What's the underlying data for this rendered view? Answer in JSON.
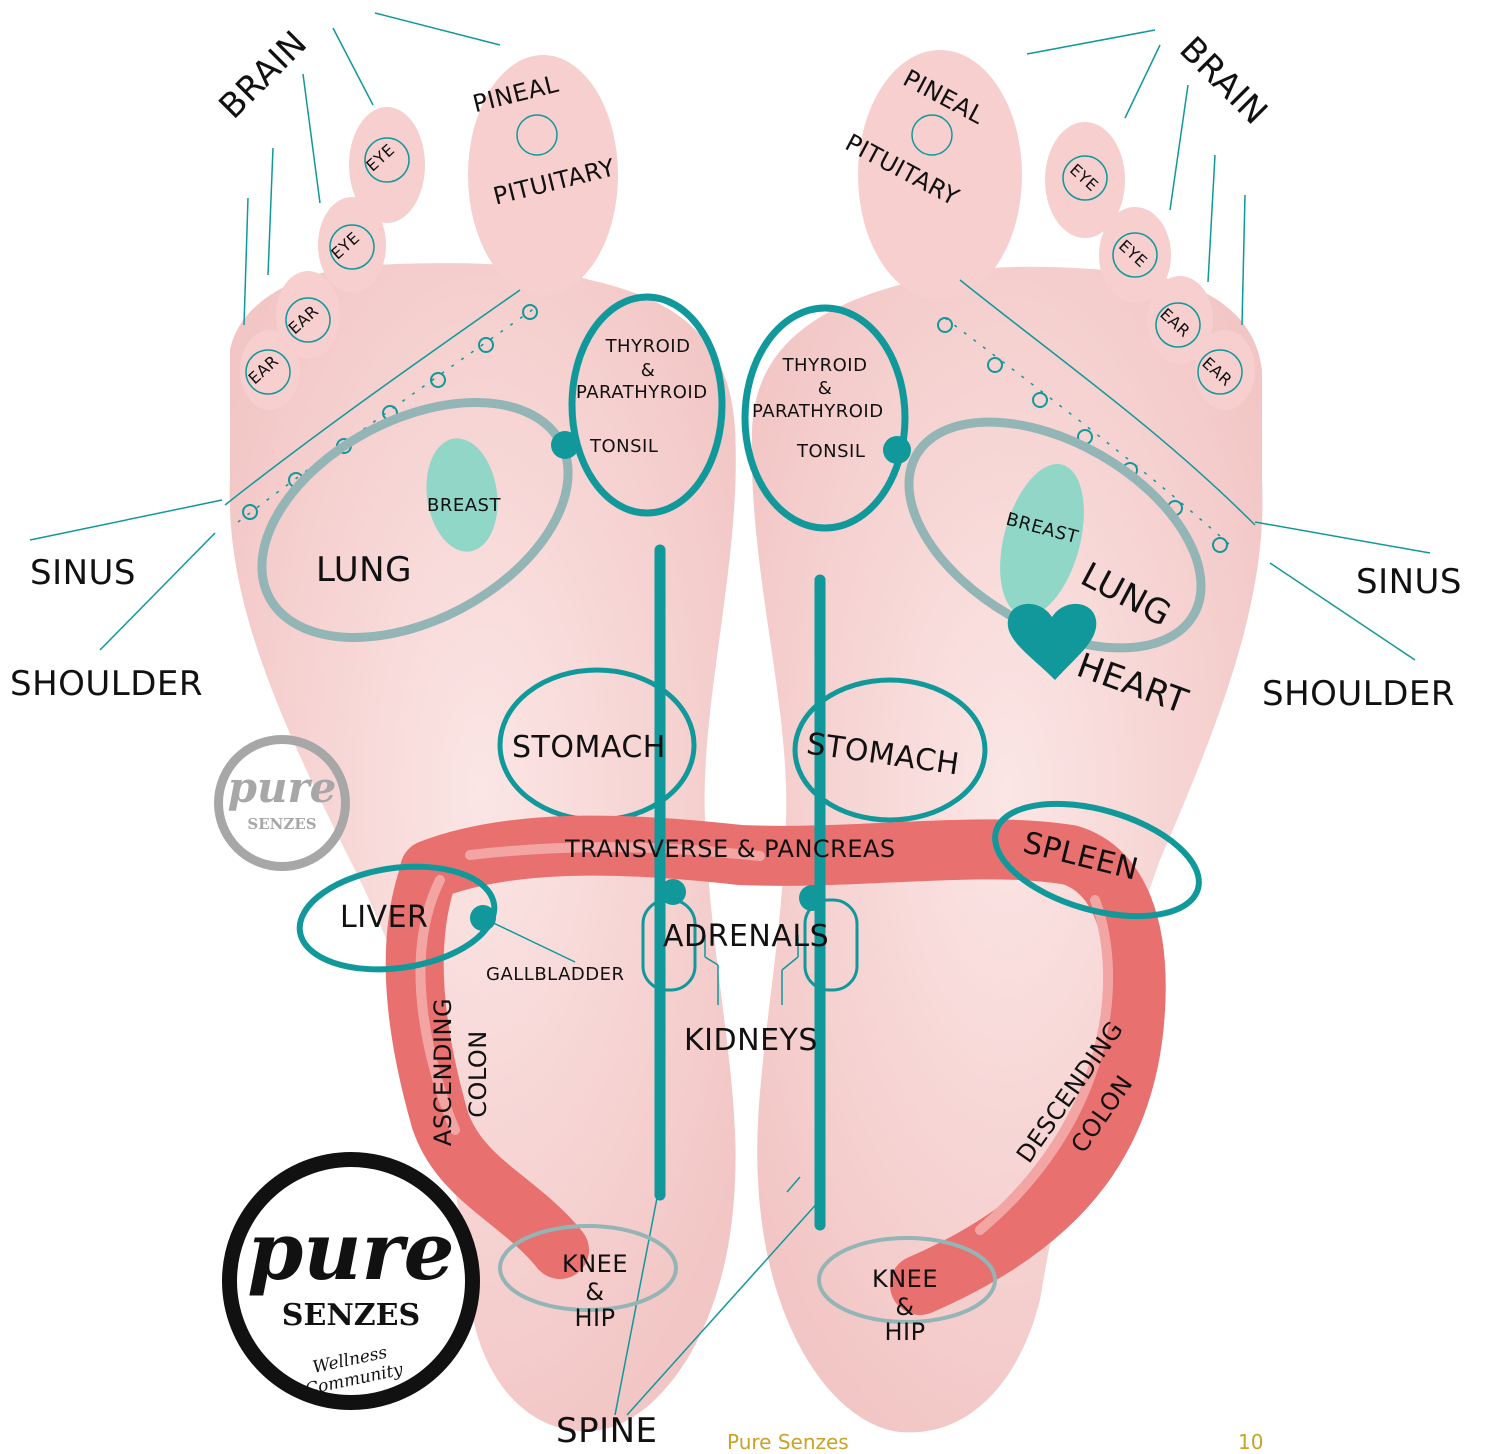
{
  "diagram": {
    "left_foot": {
      "brain": "BRAIN",
      "pineal": "PINEAL",
      "pituitary": "PITUITARY",
      "eye_1": "EYE",
      "eye_2": "EYE",
      "ear_1": "EAR",
      "ear_2": "EAR",
      "thyroid": "THYROID",
      "amp": "&",
      "parathyroid": "PARATHYROID",
      "tonsil": "TONSIL",
      "breast": "BREAST",
      "lung": "LUNG",
      "sinus": "SINUS",
      "shoulder": "SHOULDER",
      "stomach": "STOMACH",
      "liver": "LIVER",
      "gallbladder": "GALLBLADDER",
      "ascending": "ASCENDING",
      "colon": "COLON",
      "knee": "KNEE",
      "knee_amp": "&",
      "hip": "HIP"
    },
    "right_foot": {
      "brain": "BRAIN",
      "pineal": "PINEAL",
      "pituitary": "PITUITARY",
      "eye_1": "EYE",
      "eye_2": "EYE",
      "ear_1": "EAR",
      "ear_2": "EAR",
      "thyroid": "THYROID",
      "amp": "&",
      "parathyroid": "PARATHYROID",
      "tonsil": "TONSIL",
      "breast": "BREAST",
      "lung": "LUNG",
      "heart": "HEART",
      "sinus": "SINUS",
      "shoulder": "SHOULDER",
      "stomach": "STOMACH",
      "spleen": "SPLEEN",
      "descending": "DESCENDING",
      "colon": "COLON",
      "knee": "KNEE",
      "knee_amp": "&",
      "hip": "HIP"
    },
    "shared": {
      "transverse": "TRANSVERSE & PANCREAS",
      "adrenals": "ADRENALS",
      "kidneys": "KIDNEYS",
      "spine": "SPINE"
    }
  },
  "logos": {
    "small": {
      "line1": "pure",
      "line2": "SENZES"
    },
    "big": {
      "line1": "pure",
      "line2": "SENZES",
      "line3": "Wellness Community"
    }
  },
  "footer": {
    "brand": "Pure Senzes",
    "page": "10"
  },
  "colors": {
    "teal": "#11989a",
    "grey_teal": "#94b5b5",
    "colon": "#e8706f",
    "skin": "#f8d9d8",
    "footer_gold": "#c9a227"
  }
}
